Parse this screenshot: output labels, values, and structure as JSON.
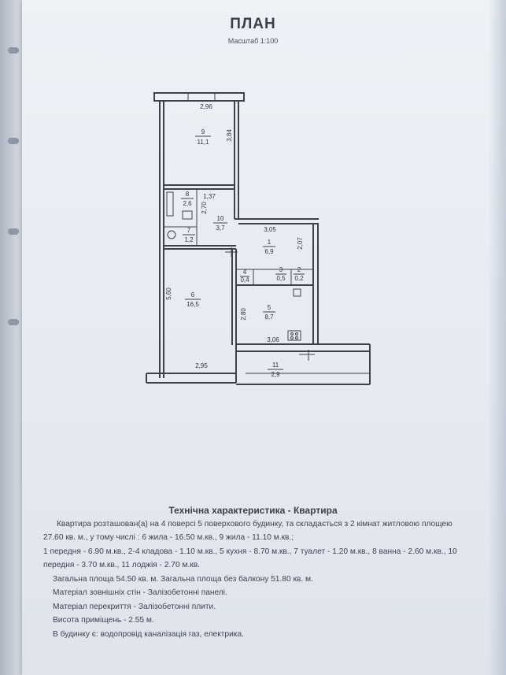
{
  "header": {
    "title": "ПЛАН",
    "scale": "Масштаб 1:100"
  },
  "rooms": {
    "r9": {
      "num": "9",
      "area": "11,1"
    },
    "r8": {
      "num": "8",
      "area": "2,6"
    },
    "r7": {
      "num": "7",
      "area": "1,2"
    },
    "r10": {
      "num": "10",
      "area": "3,7"
    },
    "r1": {
      "num": "1",
      "area": "6,9"
    },
    "r4": {
      "num": "4",
      "area": "0,4"
    },
    "r3": {
      "num": "3",
      "area": "0,5"
    },
    "r2": {
      "num": "2",
      "area": "0,2"
    },
    "r6": {
      "num": "6",
      "area": "16,5"
    },
    "r5": {
      "num": "5",
      "area": "8,7"
    },
    "r11": {
      "num": "11",
      "area": "2,9"
    }
  },
  "dims": {
    "d296": "2,96",
    "d384": "3,84",
    "d137": "1,37",
    "d270": "2,70",
    "d305": "3,05",
    "d207": "2,07",
    "d560": "5,60",
    "d280": "2,80",
    "d306": "3,06",
    "d295": "2,95"
  },
  "tech": {
    "heading": "Технічна характеристика - Квартира",
    "lines": [
      "Квартира розташован(а) на 4 поверсі 5 поверхового будинку, та складається з 2 кімнат житловою площею",
      "27.60 кв. м., у тому числі : 6 жила - 16.50 м.кв., 9 жила - 11.10 м.кв.;",
      "1 передня - 6.90 м.кв., 2-4 кладова - 1.10 м.кв., 5 кухня - 8.70 м.кв., 7 туалет - 1.20 м.кв., 8 ванна - 2.60 м.кв., 10",
      "передня - 3.70 м.кв., 11 лоджія - 2.70 м.кв.",
      "Загальна площа 54.50 кв. м.  Загальна площа без балкону 51.80 кв. м.",
      "Матеріал зовнішніх стін - Залізобетонні панелі.",
      "Матеріал перекриття - Залізобетонні плити.",
      "Висота приміщень - 2.55 м.",
      "В будинку є: водопровід каналізація газ, електрика."
    ]
  }
}
